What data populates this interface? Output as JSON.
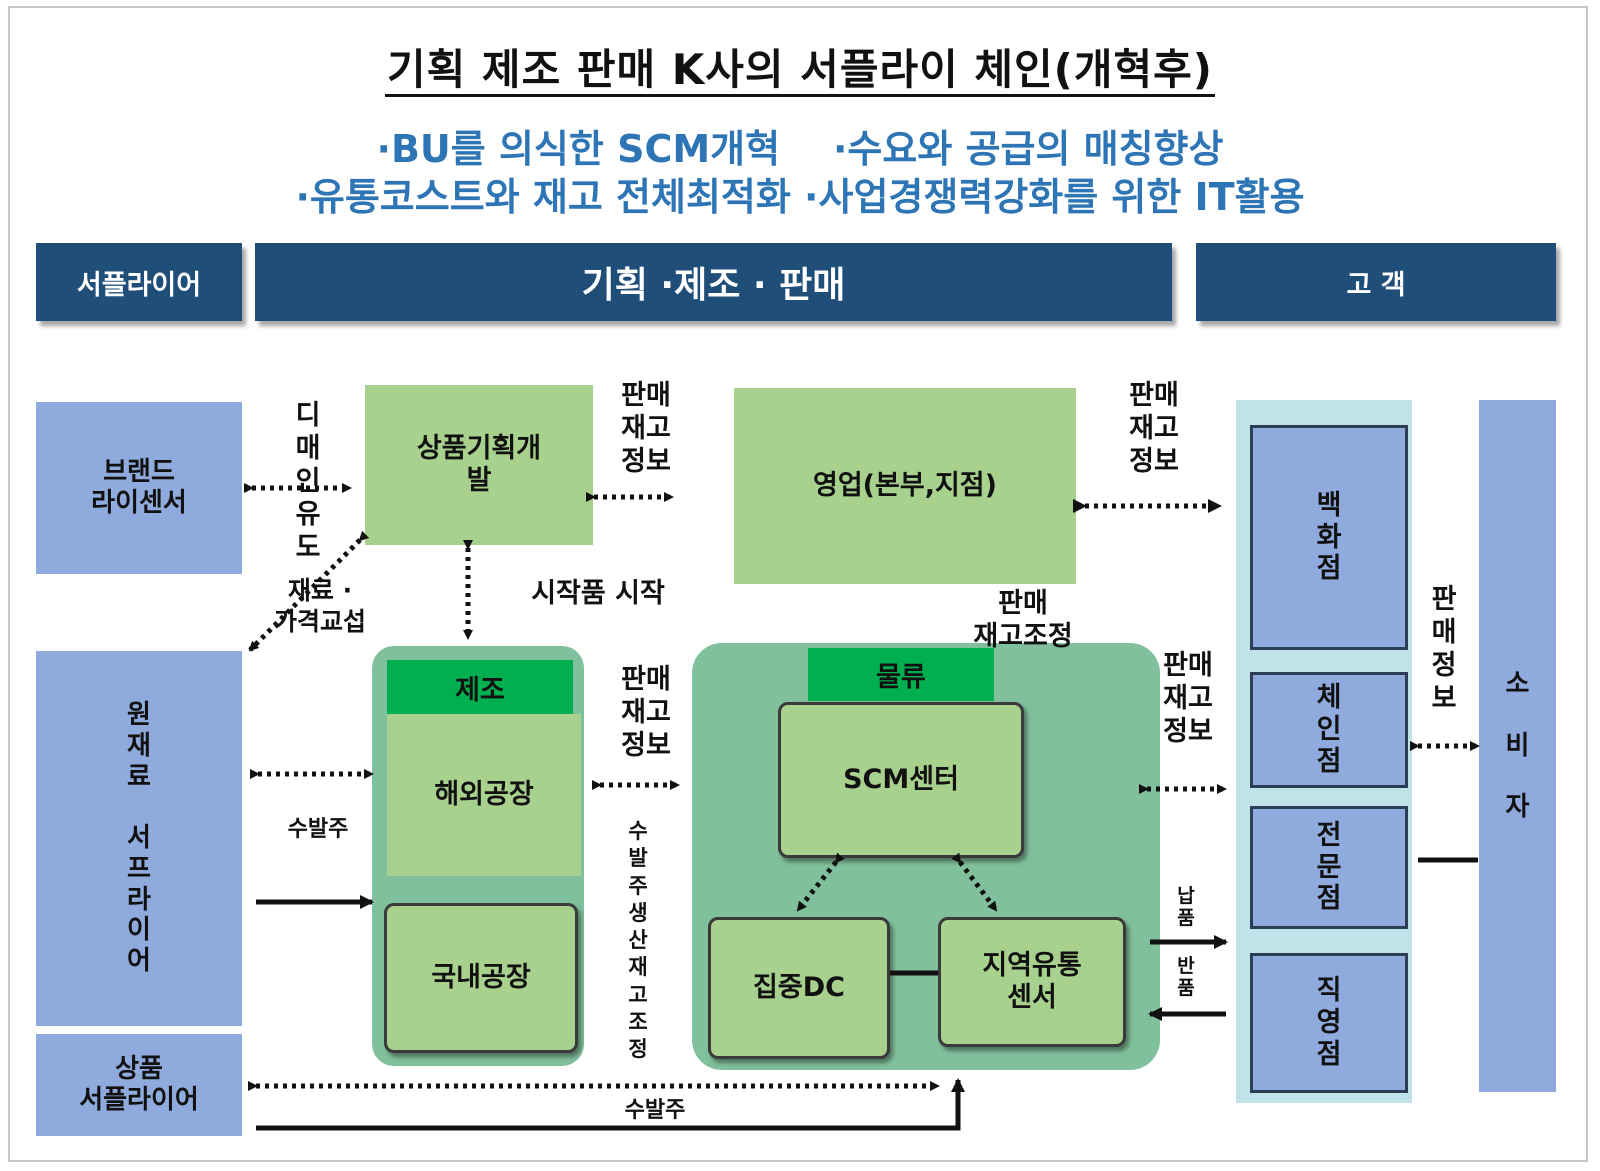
{
  "title": "기획 제조 판매 K사의 서플라이 체인(개혁후)",
  "subtitle_line1": "·BU를 의식한 SCM개혁    ·수요와 공급의 매칭향상",
  "subtitle_line2": "·유통코스트와 재고 전체최적화 ·사업경쟁력강화를 위한 IT활용",
  "headers": {
    "supplier": "서플라이어",
    "planning": "기획 ·제조 · 판매",
    "customer": "고 객"
  },
  "suppliers": {
    "brand_licensor": "브랜드\n라이센서",
    "raw_material": "원\n재\n료\n\n서\n프\n라\n이\n어",
    "product_supplier": "상품\n서플라이어"
  },
  "nodes": {
    "product_planning": "상품기획개\n발",
    "sales": "영업(본부,지점)",
    "manufacturing_tag": "제조",
    "overseas_factory": "해외공장",
    "domestic_factory": "국내공장",
    "logistics_tag": "물류",
    "scm_center": "SCM센터",
    "central_dc": "집중DC",
    "regional_center": "지역유통\n센서"
  },
  "customers": {
    "dept_store": "백\n화\n점",
    "chain_store": "체\n인\n점",
    "specialty_store": "전\n문\n점",
    "direct_store": "직\n영\n점",
    "consumer": "소\n\n비\n\n자"
  },
  "labels": {
    "design_induction": "디\n매\n인\n유\n도",
    "material_price": "재료 ·\n가격교섭",
    "sales_inventory_info_1": "판매\n재고\n정보",
    "sales_inventory_info_2": "판매\n재고\n정보",
    "sales_inventory_info_3": "판매\n재고\n정보",
    "sales_inventory_info_4": "판매\n재고\n정보",
    "prototype": "시작품 시작",
    "sales_inventory_adjust": "판매\n재고조정",
    "order_1": "수발주",
    "order_2": "수발주",
    "order_production": "수\n발\n주\n생\n산\n재\n고\n조\n정",
    "sales_info": "판\n매\n정\n보",
    "delivery": "납\n품",
    "returns": "반\n품"
  },
  "colors": {
    "header": "#1f4e79",
    "supplier_blue": "#8faadc",
    "box_green": "#a9d18e",
    "tag_green": "#00b050",
    "panel_green": "#80c09c",
    "customer_panel": "#bfe3e8",
    "subtitle": "#2e75b6"
  }
}
